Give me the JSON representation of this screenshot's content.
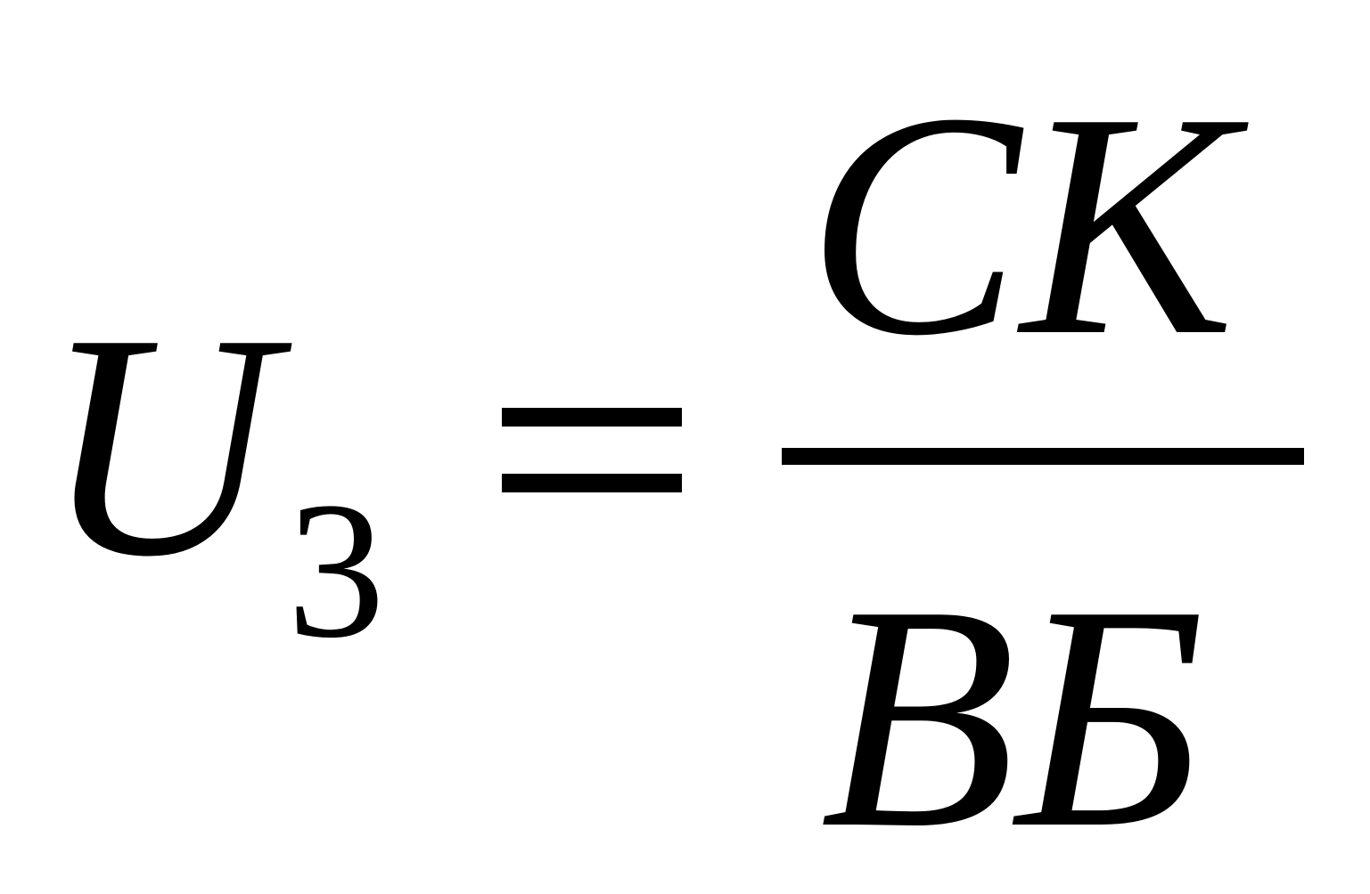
{
  "formula": {
    "main_variable": "U",
    "subscript": "3",
    "equals_sign": "=",
    "numerator": "CK",
    "denominator": "ВБ"
  }
}
